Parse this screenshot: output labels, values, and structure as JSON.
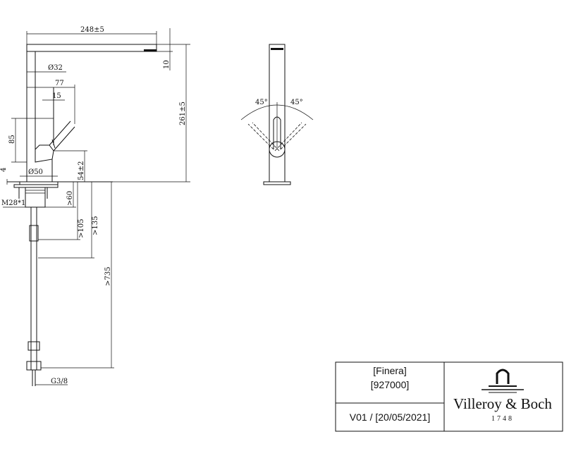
{
  "dimensions": {
    "width_total": "248±5",
    "spout_thickness": "10",
    "body_diameter": "Ø32",
    "handle_offset": "77",
    "handle_offset_small": "15",
    "height_total": "261±5",
    "handle_height": "85",
    "base_height": "54±2",
    "base_gap": "4",
    "base_diameter": "Ø50",
    "thread": "M28*1",
    "min_60": ">60",
    "min_105": ">105",
    "min_135": ">135",
    "min_735": ">735",
    "connection": "G3/8"
  },
  "side_view": {
    "angle_left": "45°",
    "angle_right": "45°"
  },
  "title_block": {
    "product_name": "[Finera]",
    "product_code": "[927000]",
    "version": "V01 / [20/05/2021]",
    "brand_name": "Villeroy & Boch",
    "brand_year": "1748"
  }
}
